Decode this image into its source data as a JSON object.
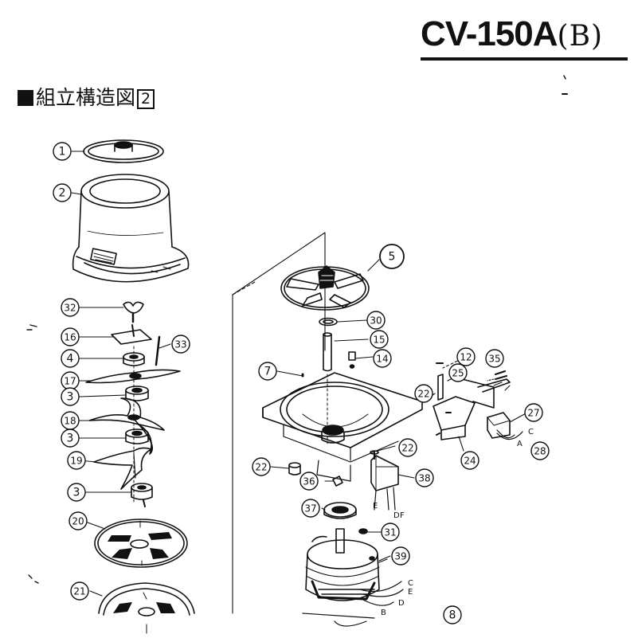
{
  "header": {
    "model": "CV-150A",
    "model_suffix": "(B)",
    "title": "組立構造図",
    "title_number": "2"
  },
  "callouts": [
    {
      "id": "c1",
      "label": "1"
    },
    {
      "id": "c2",
      "label": "2"
    },
    {
      "id": "c32",
      "label": "32"
    },
    {
      "id": "c16",
      "label": "16"
    },
    {
      "id": "c33",
      "label": "33"
    },
    {
      "id": "c4",
      "label": "4"
    },
    {
      "id": "c17",
      "label": "17"
    },
    {
      "id": "c3a",
      "label": "3"
    },
    {
      "id": "c18",
      "label": "18"
    },
    {
      "id": "c3b",
      "label": "3"
    },
    {
      "id": "c19",
      "label": "19"
    },
    {
      "id": "c3c",
      "label": "3"
    },
    {
      "id": "c20",
      "label": "20"
    },
    {
      "id": "c21",
      "label": "21"
    },
    {
      "id": "c5",
      "label": "5"
    },
    {
      "id": "c30",
      "label": "30"
    },
    {
      "id": "c15",
      "label": "15"
    },
    {
      "id": "c14",
      "label": "14"
    },
    {
      "id": "c7",
      "label": "7"
    },
    {
      "id": "c12",
      "label": "12"
    },
    {
      "id": "c35",
      "label": "35"
    },
    {
      "id": "c25",
      "label": "25"
    },
    {
      "id": "c22a",
      "label": "22"
    },
    {
      "id": "c27",
      "label": "27"
    },
    {
      "id": "c28",
      "label": "28"
    },
    {
      "id": "c24",
      "label": "24"
    },
    {
      "id": "c22b",
      "label": "22"
    },
    {
      "id": "c22c",
      "label": "22"
    },
    {
      "id": "c36",
      "label": "36"
    },
    {
      "id": "c38",
      "label": "38"
    },
    {
      "id": "c37",
      "label": "37"
    },
    {
      "id": "c31",
      "label": "31"
    },
    {
      "id": "c39",
      "label": "39"
    },
    {
      "id": "c8",
      "label": "8"
    }
  ],
  "wire_labels": [
    {
      "id": "wA",
      "label": "A"
    },
    {
      "id": "wC",
      "label": "C"
    },
    {
      "id": "wE1",
      "label": "E"
    },
    {
      "id": "wD1",
      "label": "D"
    },
    {
      "id": "wF",
      "label": "F"
    },
    {
      "id": "wC2",
      "label": "C"
    },
    {
      "id": "wE2",
      "label": "E"
    },
    {
      "id": "wD2",
      "label": "D"
    },
    {
      "id": "wB",
      "label": "B"
    }
  ]
}
